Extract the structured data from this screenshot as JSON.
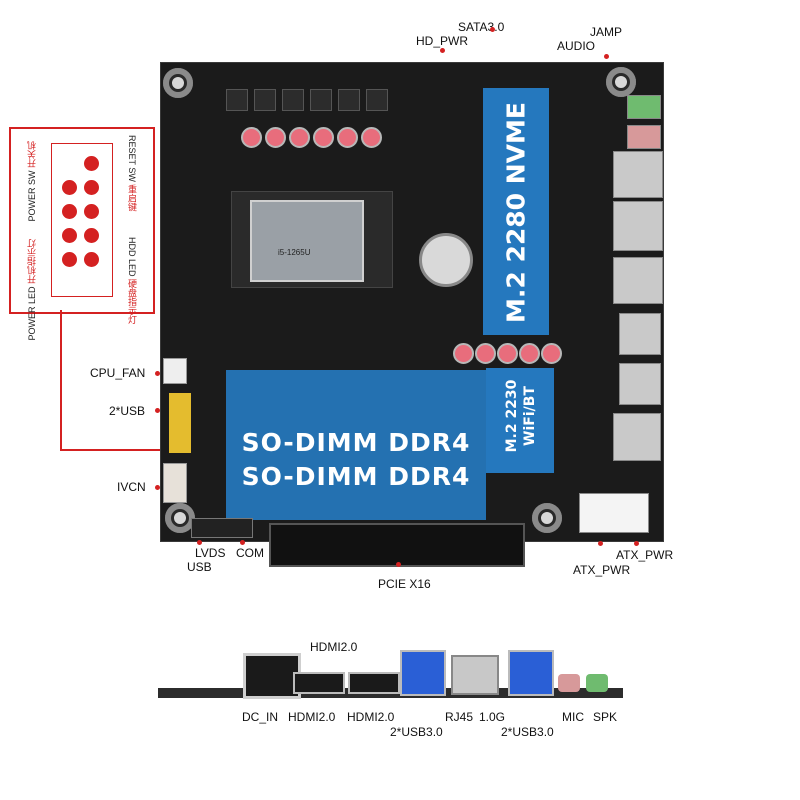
{
  "board": {
    "m2_2280_label": "M.2 2280 NVME",
    "m2_2230_label_line1": "M.2 2230",
    "m2_2230_label_line2": "WiFi/BT",
    "dimm_label_1": "SO-DIMM DDR4",
    "dimm_label_2": "SO-DIMM DDR4",
    "cpu_marking": "i5-1265U"
  },
  "callouts": {
    "sata": "SATA3.0",
    "hd_pwr": "HD_PWR",
    "jamp": "JAMP",
    "audio": "AUDIO",
    "cpu_fan": "CPU_FAN",
    "usb2": "2*USB",
    "ivcn": "IVCN",
    "lvds": "LVDS",
    "usb": "USB",
    "com": "COM",
    "pcie": "PCIE X16",
    "atx_pwr_a": "ATX_PWR",
    "atx_pwr_b": "ATX_PWR"
  },
  "panel": {
    "reset_en": "RESET SW",
    "reset_cn": "重启键",
    "power_sw_en": "POWER SW",
    "power_sw_cn": "开关机",
    "hdd_led_en": "HDD LED",
    "hdd_led_cn": "硬盘指示灯",
    "power_led_en": "POWER LED",
    "power_led_cn": "开机指示灯"
  },
  "io_labels": {
    "hdmi_top": "HDMI2.0",
    "dc_in": "DC_IN",
    "hdmi_1": "HDMI2.0",
    "hdmi_2": "HDMI2.0",
    "rj45": "RJ45",
    "rj45_speed": "1.0G",
    "usb3_a": "2*USB3.0",
    "usb3_b": "2*USB3.0",
    "mic": "MIC",
    "spk": "SPK"
  },
  "colors": {
    "callout_red": "#d42121",
    "nvme_blue": "#2578be",
    "pcb": "#1b1b1b",
    "usb3_blue": "#2a5fd6"
  }
}
